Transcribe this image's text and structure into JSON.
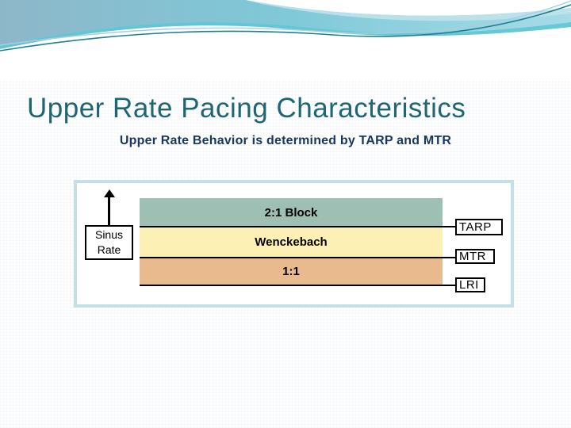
{
  "slide": {
    "title": "Upper Rate Pacing Characteristics",
    "subtitle": "Upper Rate Behavior is determined by TARP and MTR"
  },
  "diagram": {
    "sinus_axis": {
      "line1": "Sinus",
      "line2": "Rate"
    },
    "bands": [
      {
        "label": "2:1 Block",
        "color": "#9dbfb4"
      },
      {
        "label": "Wenckebach",
        "color": "#fdf0b5"
      },
      {
        "label": "1:1",
        "color": "#e9ba8e"
      }
    ],
    "markers": [
      {
        "label": "TARP"
      },
      {
        "label": "MTR"
      },
      {
        "label": "LRI"
      }
    ],
    "icons": {
      "sinus_rate_arrow": "up-arrow"
    }
  },
  "colors": {
    "title_text": "#1e6674",
    "subtitle_text": "#17375e",
    "diagram_border": "#c4e0e6",
    "band_2to1_block": "#9dbfb4",
    "band_wenckebach": "#fdf0b5",
    "band_1to1": "#e9ba8e",
    "header_blue_left": "#8db7c9",
    "header_cyan_right": "#a6dbe7",
    "header_wave_teal": "#5ec6d5"
  }
}
